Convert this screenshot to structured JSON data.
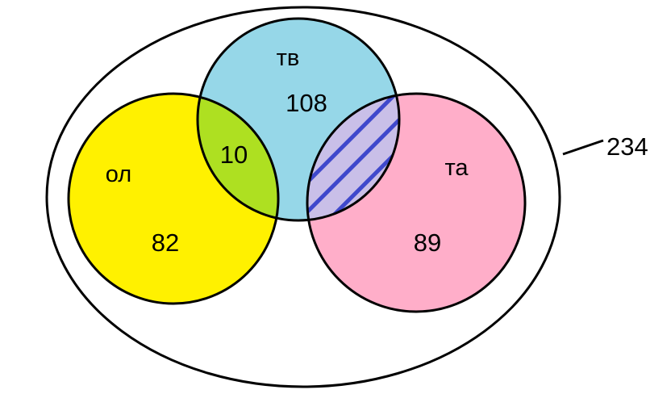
{
  "diagram": {
    "type": "euler-venn",
    "description": "Three-set Euler diagram inside a universe ellipse with a callout total",
    "universe": {
      "value": "234"
    },
    "sets": [
      {
        "id": "tv",
        "label": "тв",
        "value": "108"
      },
      {
        "id": "ol",
        "label": "ол",
        "value": "82"
      },
      {
        "id": "ta",
        "label": "та",
        "value": "89"
      }
    ],
    "overlaps": [
      {
        "between": [
          "ол",
          "тв"
        ],
        "value": "10",
        "style": "solid-green"
      },
      {
        "between": [
          "тв",
          "та"
        ],
        "value": null,
        "style": "hatched-diagonal-blue-lines"
      }
    ]
  },
  "labels": {
    "tv": "тв",
    "tv_value": "108",
    "ol": "ол",
    "ol_value": "82",
    "ta": "та",
    "ta_value": "89",
    "overlap_value": "10",
    "universe_value": "234"
  },
  "colors": {
    "background": "#FFFFFF",
    "outline": "#000000",
    "text": "#000000",
    "tv_circle": "#96D7E8",
    "ol_circle": "#FFF100",
    "ta_circle": "#FFAEC9",
    "ol_tv_overlap": "#AEE021",
    "tv_ta_overlap": "#C9BFE8",
    "hatch_lines": "#3F48CC"
  }
}
